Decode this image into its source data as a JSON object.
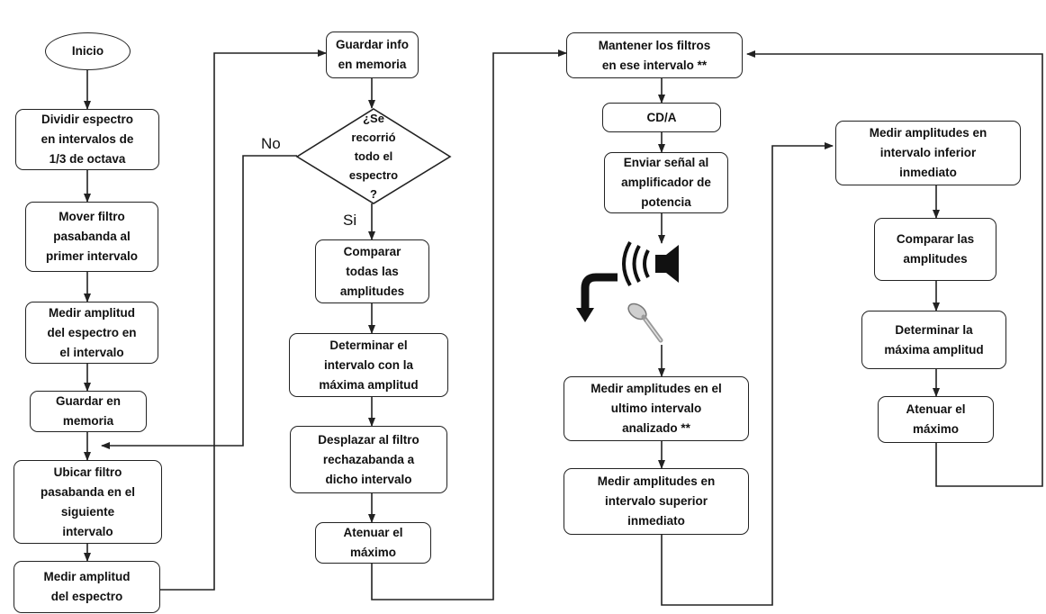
{
  "col1": {
    "start": "Inicio",
    "divide": "Dividir espectro\nen intervalos de\n1/3 de octava",
    "move_filter": "Mover filtro\npasabanda al\nprimer intervalo",
    "measure_interval": "Medir amplitud\ndel espectro en\nel intervalo",
    "save_memory": "Guardar en\nmemoria",
    "place_filter": "Ubicar filtro\npasabanda en el\nsiguiente\nintervalo",
    "measure_spectrum": "Medir amplitud\ndel espectro"
  },
  "col2": {
    "save_info": "Guardar info\nen memoria",
    "decision": "¿Se\nrecorrió\ntodo el\nespectro\n?",
    "no_label": "No",
    "yes_label": "Si",
    "compare_all": "Comparar\ntodas las\namplitudes",
    "determine_interval": "Determinar el\nintervalo con la\nmáxima amplitud",
    "move_reject": "Desplazar al filtro\nrechazabanda  a\ndicho intervalo",
    "attenuate": "Atenuar el\nmáximo"
  },
  "col3": {
    "keep_filters": "Mantener los filtros\nen ese intervalo **",
    "cda": "CD/A",
    "send_signal": "Enviar señal al\namplificador de\npotencia",
    "measure_last": "Medir amplitudes en el\nultimo intervalo\nanalizado **",
    "measure_upper": "Medir amplitudes en\nintervalo superior\ninmediato"
  },
  "col4": {
    "measure_lower": "Medir amplitudes en\nintervalo inferior\ninmediato",
    "compare": "Comparar las\namplitudes",
    "determine_max": "Determinar la\nmáxima amplitud",
    "attenuate": "Atenuar el\nmáximo"
  },
  "icons": [
    "speaker-icon",
    "microphone-icon",
    "feedback-arrow-icon"
  ]
}
